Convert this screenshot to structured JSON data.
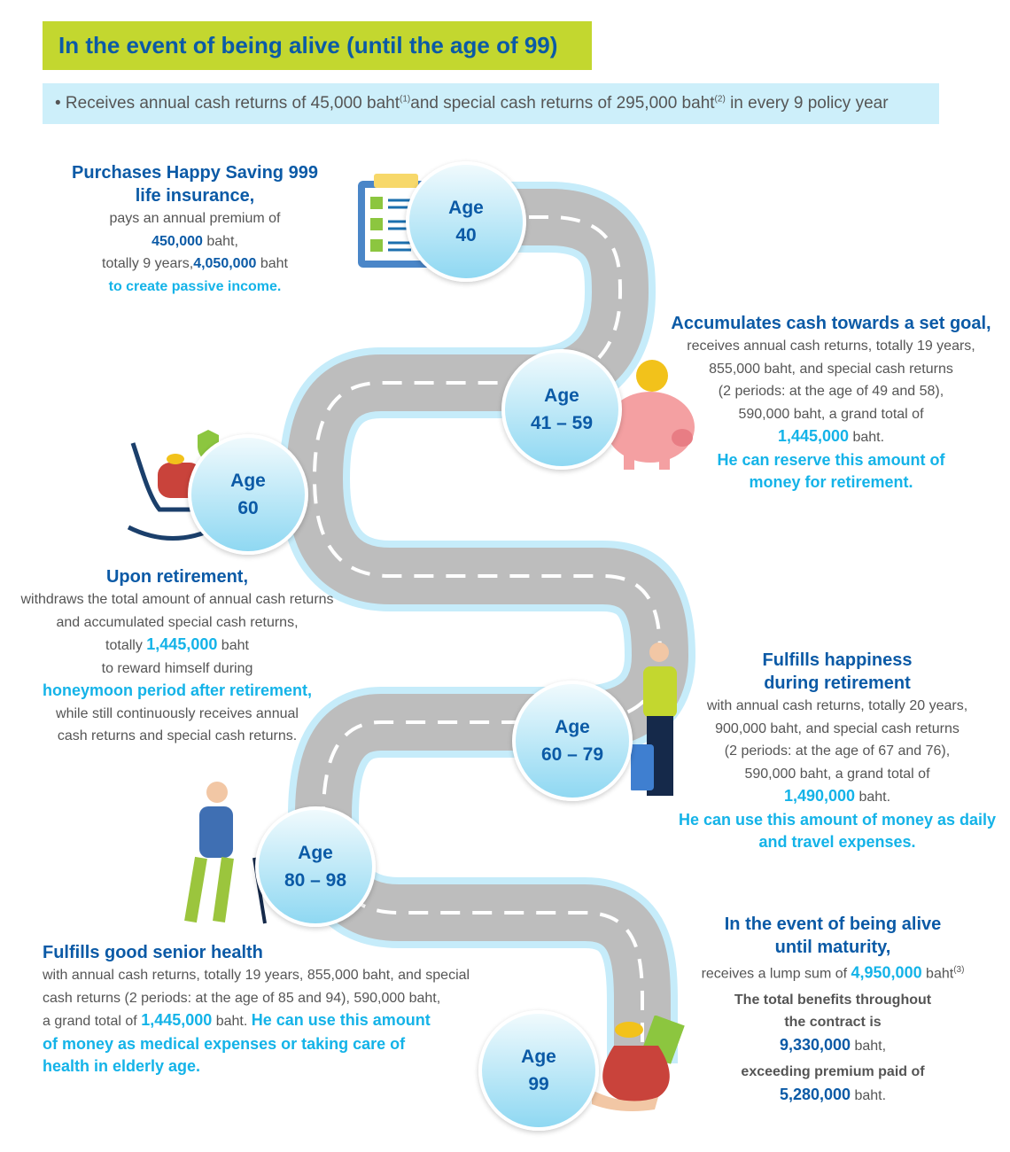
{
  "header": {
    "title": "In the event of being alive (until the age of 99)",
    "subtitle_pre": "• Receives annual cash returns of 45,000 baht",
    "sup1": "(1)",
    "subtitle_mid": "and special cash returns of 295,000 baht",
    "sup2": "(2)",
    "subtitle_post": "in every 9 policy year"
  },
  "stages": [
    {
      "age_label": "Age",
      "age": "40"
    },
    {
      "age_label": "Age",
      "age": "41 – 59"
    },
    {
      "age_label": "Age",
      "age": "60"
    },
    {
      "age_label": "Age",
      "age": "60 – 79"
    },
    {
      "age_label": "Age",
      "age": "80 – 98"
    },
    {
      "age_label": "Age",
      "age": "99"
    }
  ],
  "b1": {
    "h1": "Purchases Happy Saving 999",
    "h2": "life insurance,",
    "l1": "pays an annual premium of",
    "amt": "450,000",
    "baht": " baht,",
    "l3": "totally 9 years,",
    "amt2": "4,050,000",
    "baht2": " baht",
    "l4": "to create passive income."
  },
  "b2": {
    "h": "Accumulates cash towards a set goal,",
    "l1": "receives annual cash returns, totally 19 years,",
    "l2": "855,000 baht, and special cash returns",
    "l3": "(2 periods: at the age of 49 and 58),",
    "l4": "590,000 baht, a grand total of",
    "amt": "1,445,000",
    "baht": " baht.",
    "c1": "He can reserve this amount of",
    "c2": "money for retirement."
  },
  "b3": {
    "h": "Upon retirement,",
    "l1": "withdraws the total amount of annual cash returns",
    "l2": "and accumulated special cash returns,",
    "l3": "totally ",
    "amt": "1,445,000",
    "baht": " baht",
    "l4": "to reward himself during",
    "c1": "honeymoon period after retirement,",
    "l5": "while still continuously receives annual",
    "l6": "cash returns and special cash returns."
  },
  "b4": {
    "h1": "Fulfills happiness",
    "h2": "during retirement",
    "l1": "with annual cash returns, totally 20 years,",
    "l2": "900,000 baht, and special cash returns",
    "l3": "(2 periods: at the age of 67 and 76),",
    "l4": "590,000 baht, a grand total of",
    "amt": "1,490,000",
    "baht": " baht.",
    "c1": "He can use this amount of money as daily",
    "c2": "and travel expenses."
  },
  "b5": {
    "h": "Fulfills good senior health",
    "l1": "with annual cash returns, totally 19 years, 855,000 baht, and special",
    "l2": "cash returns (2 periods: at the age of 85 and 94), 590,000 baht,",
    "l3": "a grand total of ",
    "amt": "1,445,000",
    "baht": " baht. ",
    "c1": "He can use this amount",
    "c2": "of money as medical expenses or taking care of",
    "c3": "health in elderly age."
  },
  "b6": {
    "h1": "In the event of being alive",
    "h2": "until maturity,",
    "l1": "receives a lump sum of ",
    "amt": "4,950,000",
    "baht": " baht",
    "sup": "(3)",
    "g1": "The total benefits throughout",
    "g2": "the contract is",
    "amt2": "9,330,000",
    "baht2": " baht,",
    "g3": "exceeding premium paid of",
    "amt3": "5,280,000",
    "baht3": " baht."
  },
  "colors": {
    "title_bg": "#c3d72f",
    "sub_bg": "#cdeffa",
    "navy": "#0b5aa6",
    "cyan": "#14b3e8",
    "road": "#bdbdbd",
    "road_edge": "#c6ecfa"
  }
}
